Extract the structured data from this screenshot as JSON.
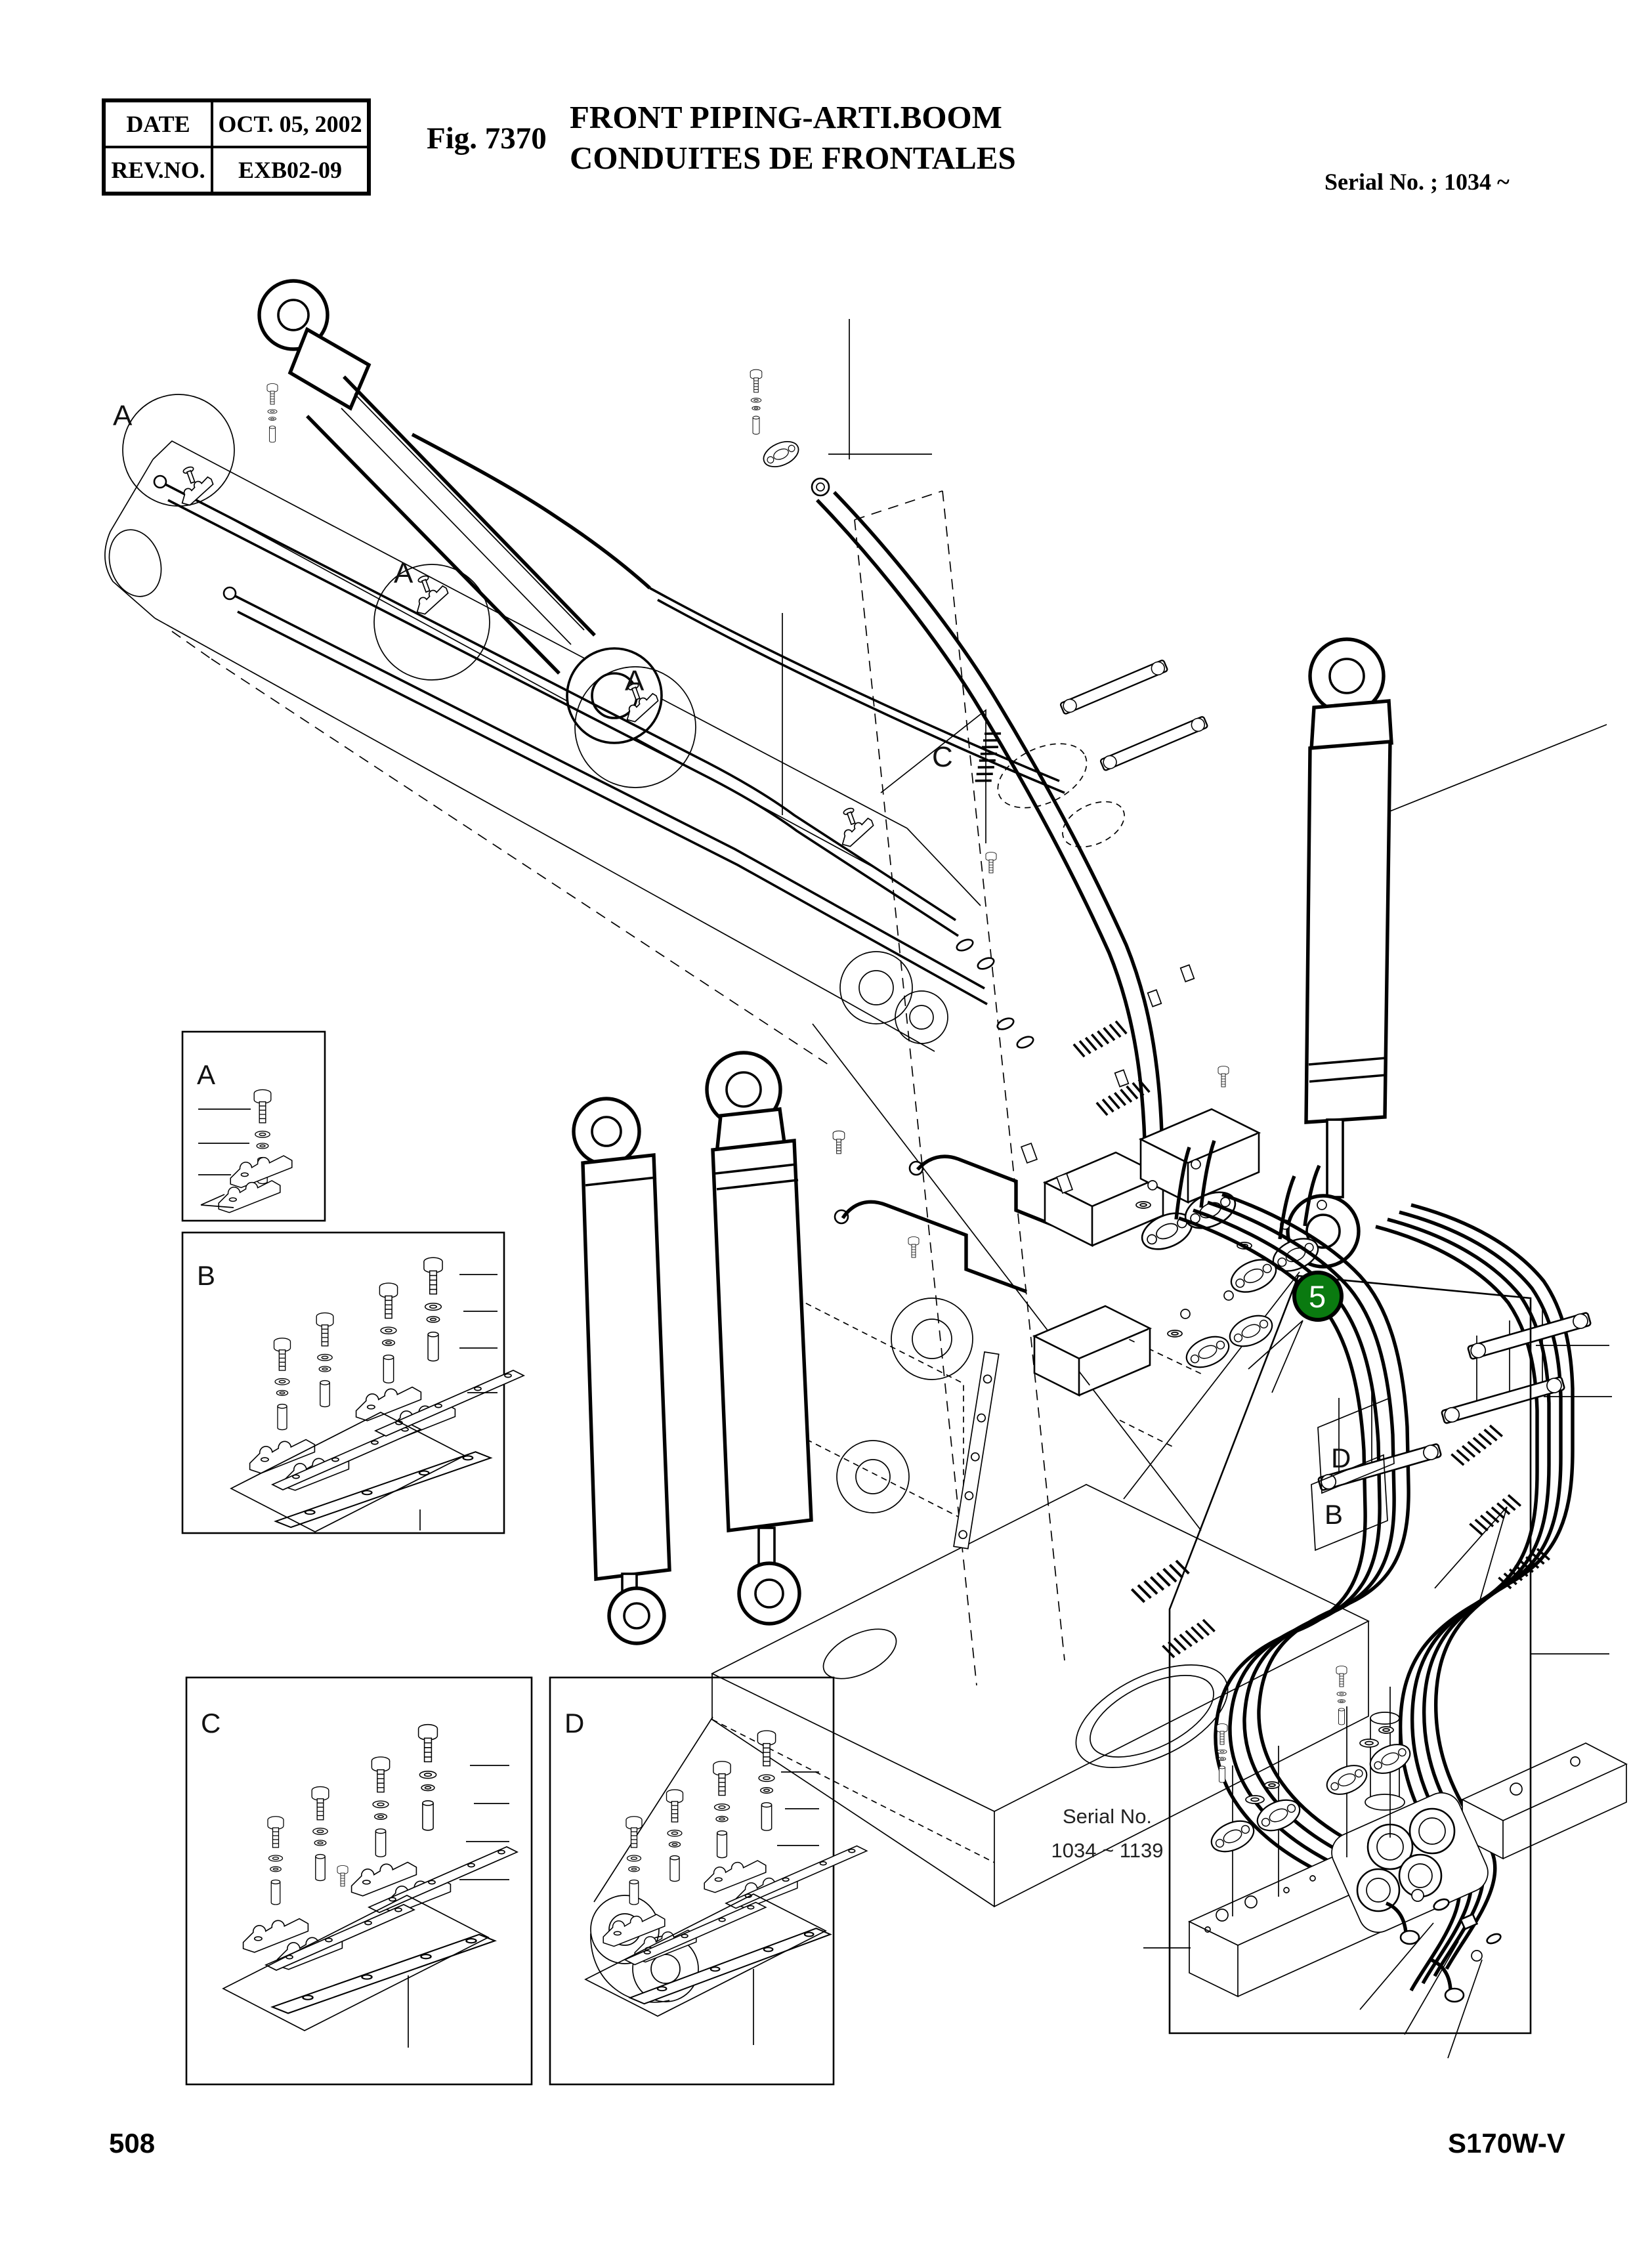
{
  "page": {
    "background": "#ffffff"
  },
  "header": {
    "table": {
      "rows": [
        {
          "label": "DATE",
          "value": "OCT. 05, 2002"
        },
        {
          "label": "REV.NO.",
          "value": "EXB02-09"
        }
      ]
    },
    "figure_label": "Fig. 7370",
    "title_line1": "FRONT PIPING-ARTI.BOOM",
    "title_line2": "CONDUITES DE FRONTALES",
    "serial_note": "Serial No. ; 1034 ~"
  },
  "diagram": {
    "balloon": {
      "number": "5",
      "fill": "#0a7a10",
      "text_color": "#ffffff"
    },
    "serial_range": {
      "line1": "Serial No.",
      "line2": "1034 ~ 1139"
    },
    "detail_boxes": {
      "a": "A",
      "b": "B",
      "c": "C",
      "d": "D"
    },
    "view_labels": {
      "a1": "A",
      "a2": "A",
      "a3": "A",
      "c": "C",
      "d": "D",
      "b": "B"
    },
    "line_color": "#000000"
  },
  "footer": {
    "page_number": "508",
    "model_code": "S170W-V"
  }
}
